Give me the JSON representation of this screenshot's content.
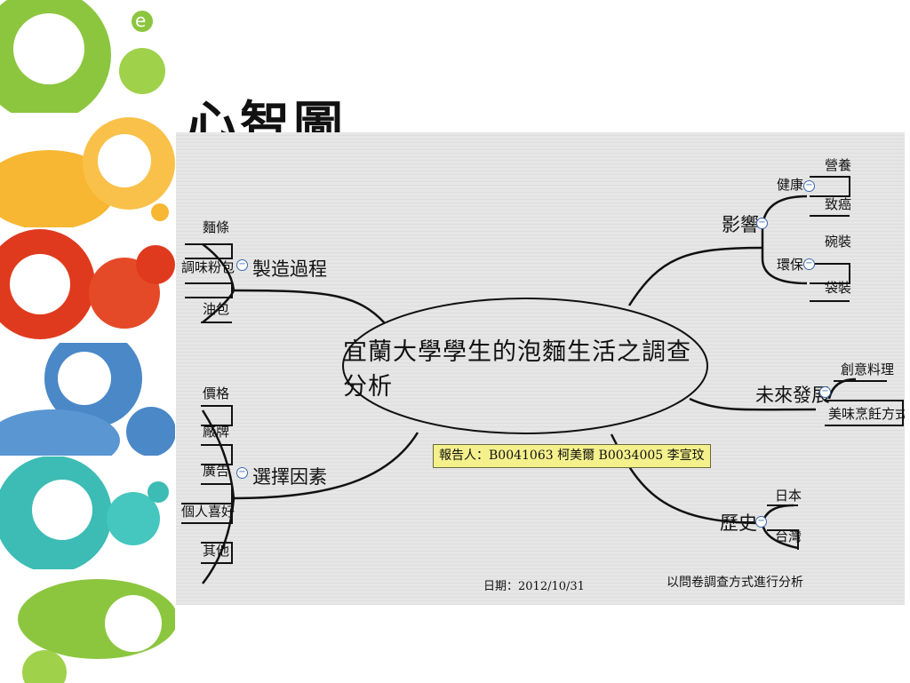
{
  "slide": {
    "title": "心智圖"
  },
  "mindmap": {
    "center": "宜蘭大學學生的泡麵生活之調查分析",
    "reporter": "報告人：B0041063 柯美爾 B0034005 李宣玟",
    "date": "日期：2012/10/31",
    "method": "以問卷調查方式進行分析",
    "branches": {
      "manufacturing": {
        "label": "製造過程",
        "children": [
          "麵條",
          "調味粉包",
          "油包"
        ]
      },
      "choice": {
        "label": "選擇因素",
        "children": [
          "價格",
          "廠牌",
          "廣告",
          "個人喜好",
          "其他"
        ]
      },
      "influence": {
        "label": "影響",
        "health": {
          "label": "健康",
          "children": [
            "營養",
            "致癌"
          ]
        },
        "environment": {
          "label": "環保",
          "children": [
            "碗裝",
            "袋裝"
          ]
        }
      },
      "future": {
        "label": "未來發展",
        "children": [
          "創意料理",
          "美味烹飪方式"
        ]
      },
      "history": {
        "label": "歷史",
        "children": [
          "日本",
          "台灣"
        ]
      }
    },
    "colors": {
      "collapse_icon": "#3a68b0",
      "reporter_bg": "#f4f08c",
      "background": "#e3e3e3"
    }
  },
  "decor": {
    "tile_colors": [
      "#8cc63f",
      "#f7b733",
      "#e03a1e",
      "#4a88c8",
      "#3cbcb4",
      "#8cc63f"
    ]
  }
}
